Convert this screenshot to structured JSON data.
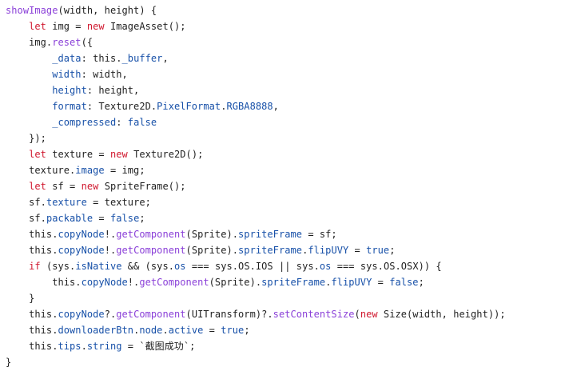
{
  "colors": {
    "keyword": "#d0172e",
    "function": "#8a3fd8",
    "property": "#1750a8",
    "text": "#1f1f1f"
  },
  "code_lines": [
    [
      [
        "f",
        "showImage"
      ],
      [
        "t",
        "(width, height) {"
      ]
    ],
    [
      [
        "t",
        "    "
      ],
      [
        "k",
        "let"
      ],
      [
        "t",
        " img = "
      ],
      [
        "k",
        "new"
      ],
      [
        "t",
        " ImageAsset();"
      ]
    ],
    [
      [
        "t",
        "    img."
      ],
      [
        "f",
        "reset"
      ],
      [
        "t",
        "({"
      ]
    ],
    [
      [
        "t",
        "        "
      ],
      [
        "p",
        "_data"
      ],
      [
        "t",
        ": this."
      ],
      [
        "p",
        "_buffer"
      ],
      [
        "t",
        ","
      ]
    ],
    [
      [
        "t",
        "        "
      ],
      [
        "p",
        "width"
      ],
      [
        "t",
        ": width,"
      ]
    ],
    [
      [
        "t",
        "        "
      ],
      [
        "p",
        "height"
      ],
      [
        "t",
        ": height,"
      ]
    ],
    [
      [
        "t",
        "        "
      ],
      [
        "p",
        "format"
      ],
      [
        "t",
        ": Texture2D."
      ],
      [
        "p",
        "PixelFormat"
      ],
      [
        "t",
        "."
      ],
      [
        "p",
        "RGBA8888"
      ],
      [
        "t",
        ","
      ]
    ],
    [
      [
        "t",
        "        "
      ],
      [
        "p",
        "_compressed"
      ],
      [
        "t",
        ": "
      ],
      [
        "p",
        "false"
      ]
    ],
    [
      [
        "t",
        "    });"
      ]
    ],
    [
      [
        "t",
        "    "
      ],
      [
        "k",
        "let"
      ],
      [
        "t",
        " texture = "
      ],
      [
        "k",
        "new"
      ],
      [
        "t",
        " Texture2D();"
      ]
    ],
    [
      [
        "t",
        "    texture."
      ],
      [
        "p",
        "image"
      ],
      [
        "t",
        " = img;"
      ]
    ],
    [
      [
        "t",
        "    "
      ],
      [
        "k",
        "let"
      ],
      [
        "t",
        " sf = "
      ],
      [
        "k",
        "new"
      ],
      [
        "t",
        " SpriteFrame();"
      ]
    ],
    [
      [
        "t",
        "    sf."
      ],
      [
        "p",
        "texture"
      ],
      [
        "t",
        " = texture;"
      ]
    ],
    [
      [
        "t",
        "    sf."
      ],
      [
        "p",
        "packable"
      ],
      [
        "t",
        " = "
      ],
      [
        "p",
        "false"
      ],
      [
        "t",
        ";"
      ]
    ],
    [
      [
        "t",
        "    this."
      ],
      [
        "p",
        "copyNode"
      ],
      [
        "t",
        "!."
      ],
      [
        "f",
        "getComponent"
      ],
      [
        "t",
        "(Sprite)."
      ],
      [
        "p",
        "spriteFrame"
      ],
      [
        "t",
        " = sf;"
      ]
    ],
    [
      [
        "t",
        "    this."
      ],
      [
        "p",
        "copyNode"
      ],
      [
        "t",
        "!."
      ],
      [
        "f",
        "getComponent"
      ],
      [
        "t",
        "(Sprite)."
      ],
      [
        "p",
        "spriteFrame"
      ],
      [
        "t",
        "."
      ],
      [
        "p",
        "flipUVY"
      ],
      [
        "t",
        " = "
      ],
      [
        "p",
        "true"
      ],
      [
        "t",
        ";"
      ]
    ],
    [
      [
        "t",
        "    "
      ],
      [
        "k",
        "if"
      ],
      [
        "t",
        " (sys."
      ],
      [
        "p",
        "isNative"
      ],
      [
        "t",
        " && (sys."
      ],
      [
        "p",
        "os"
      ],
      [
        "t",
        " === sys.OS.IOS || sys."
      ],
      [
        "p",
        "os"
      ],
      [
        "t",
        " === sys.OS.OSX)) {"
      ]
    ],
    [
      [
        "t",
        "        this."
      ],
      [
        "p",
        "copyNode"
      ],
      [
        "t",
        "!."
      ],
      [
        "f",
        "getComponent"
      ],
      [
        "t",
        "(Sprite)."
      ],
      [
        "p",
        "spriteFrame"
      ],
      [
        "t",
        "."
      ],
      [
        "p",
        "flipUVY"
      ],
      [
        "t",
        " = "
      ],
      [
        "p",
        "false"
      ],
      [
        "t",
        ";"
      ]
    ],
    [
      [
        "t",
        "    }"
      ]
    ],
    [
      [
        "t",
        "    this."
      ],
      [
        "p",
        "copyNode"
      ],
      [
        "t",
        "?."
      ],
      [
        "f",
        "getComponent"
      ],
      [
        "t",
        "(UITransform)?."
      ],
      [
        "f",
        "setContentSize"
      ],
      [
        "t",
        "("
      ],
      [
        "k",
        "new"
      ],
      [
        "t",
        " Size(width, height));"
      ]
    ],
    [
      [
        "t",
        "    this."
      ],
      [
        "p",
        "downloaderBtn"
      ],
      [
        "t",
        "."
      ],
      [
        "p",
        "node"
      ],
      [
        "t",
        "."
      ],
      [
        "p",
        "active"
      ],
      [
        "t",
        " = "
      ],
      [
        "p",
        "true"
      ],
      [
        "t",
        ";"
      ]
    ],
    [
      [
        "t",
        "    this."
      ],
      [
        "p",
        "tips"
      ],
      [
        "t",
        "."
      ],
      [
        "p",
        "string"
      ],
      [
        "t",
        " = `截图成功`;"
      ]
    ],
    [
      [
        "t",
        "}"
      ]
    ]
  ]
}
